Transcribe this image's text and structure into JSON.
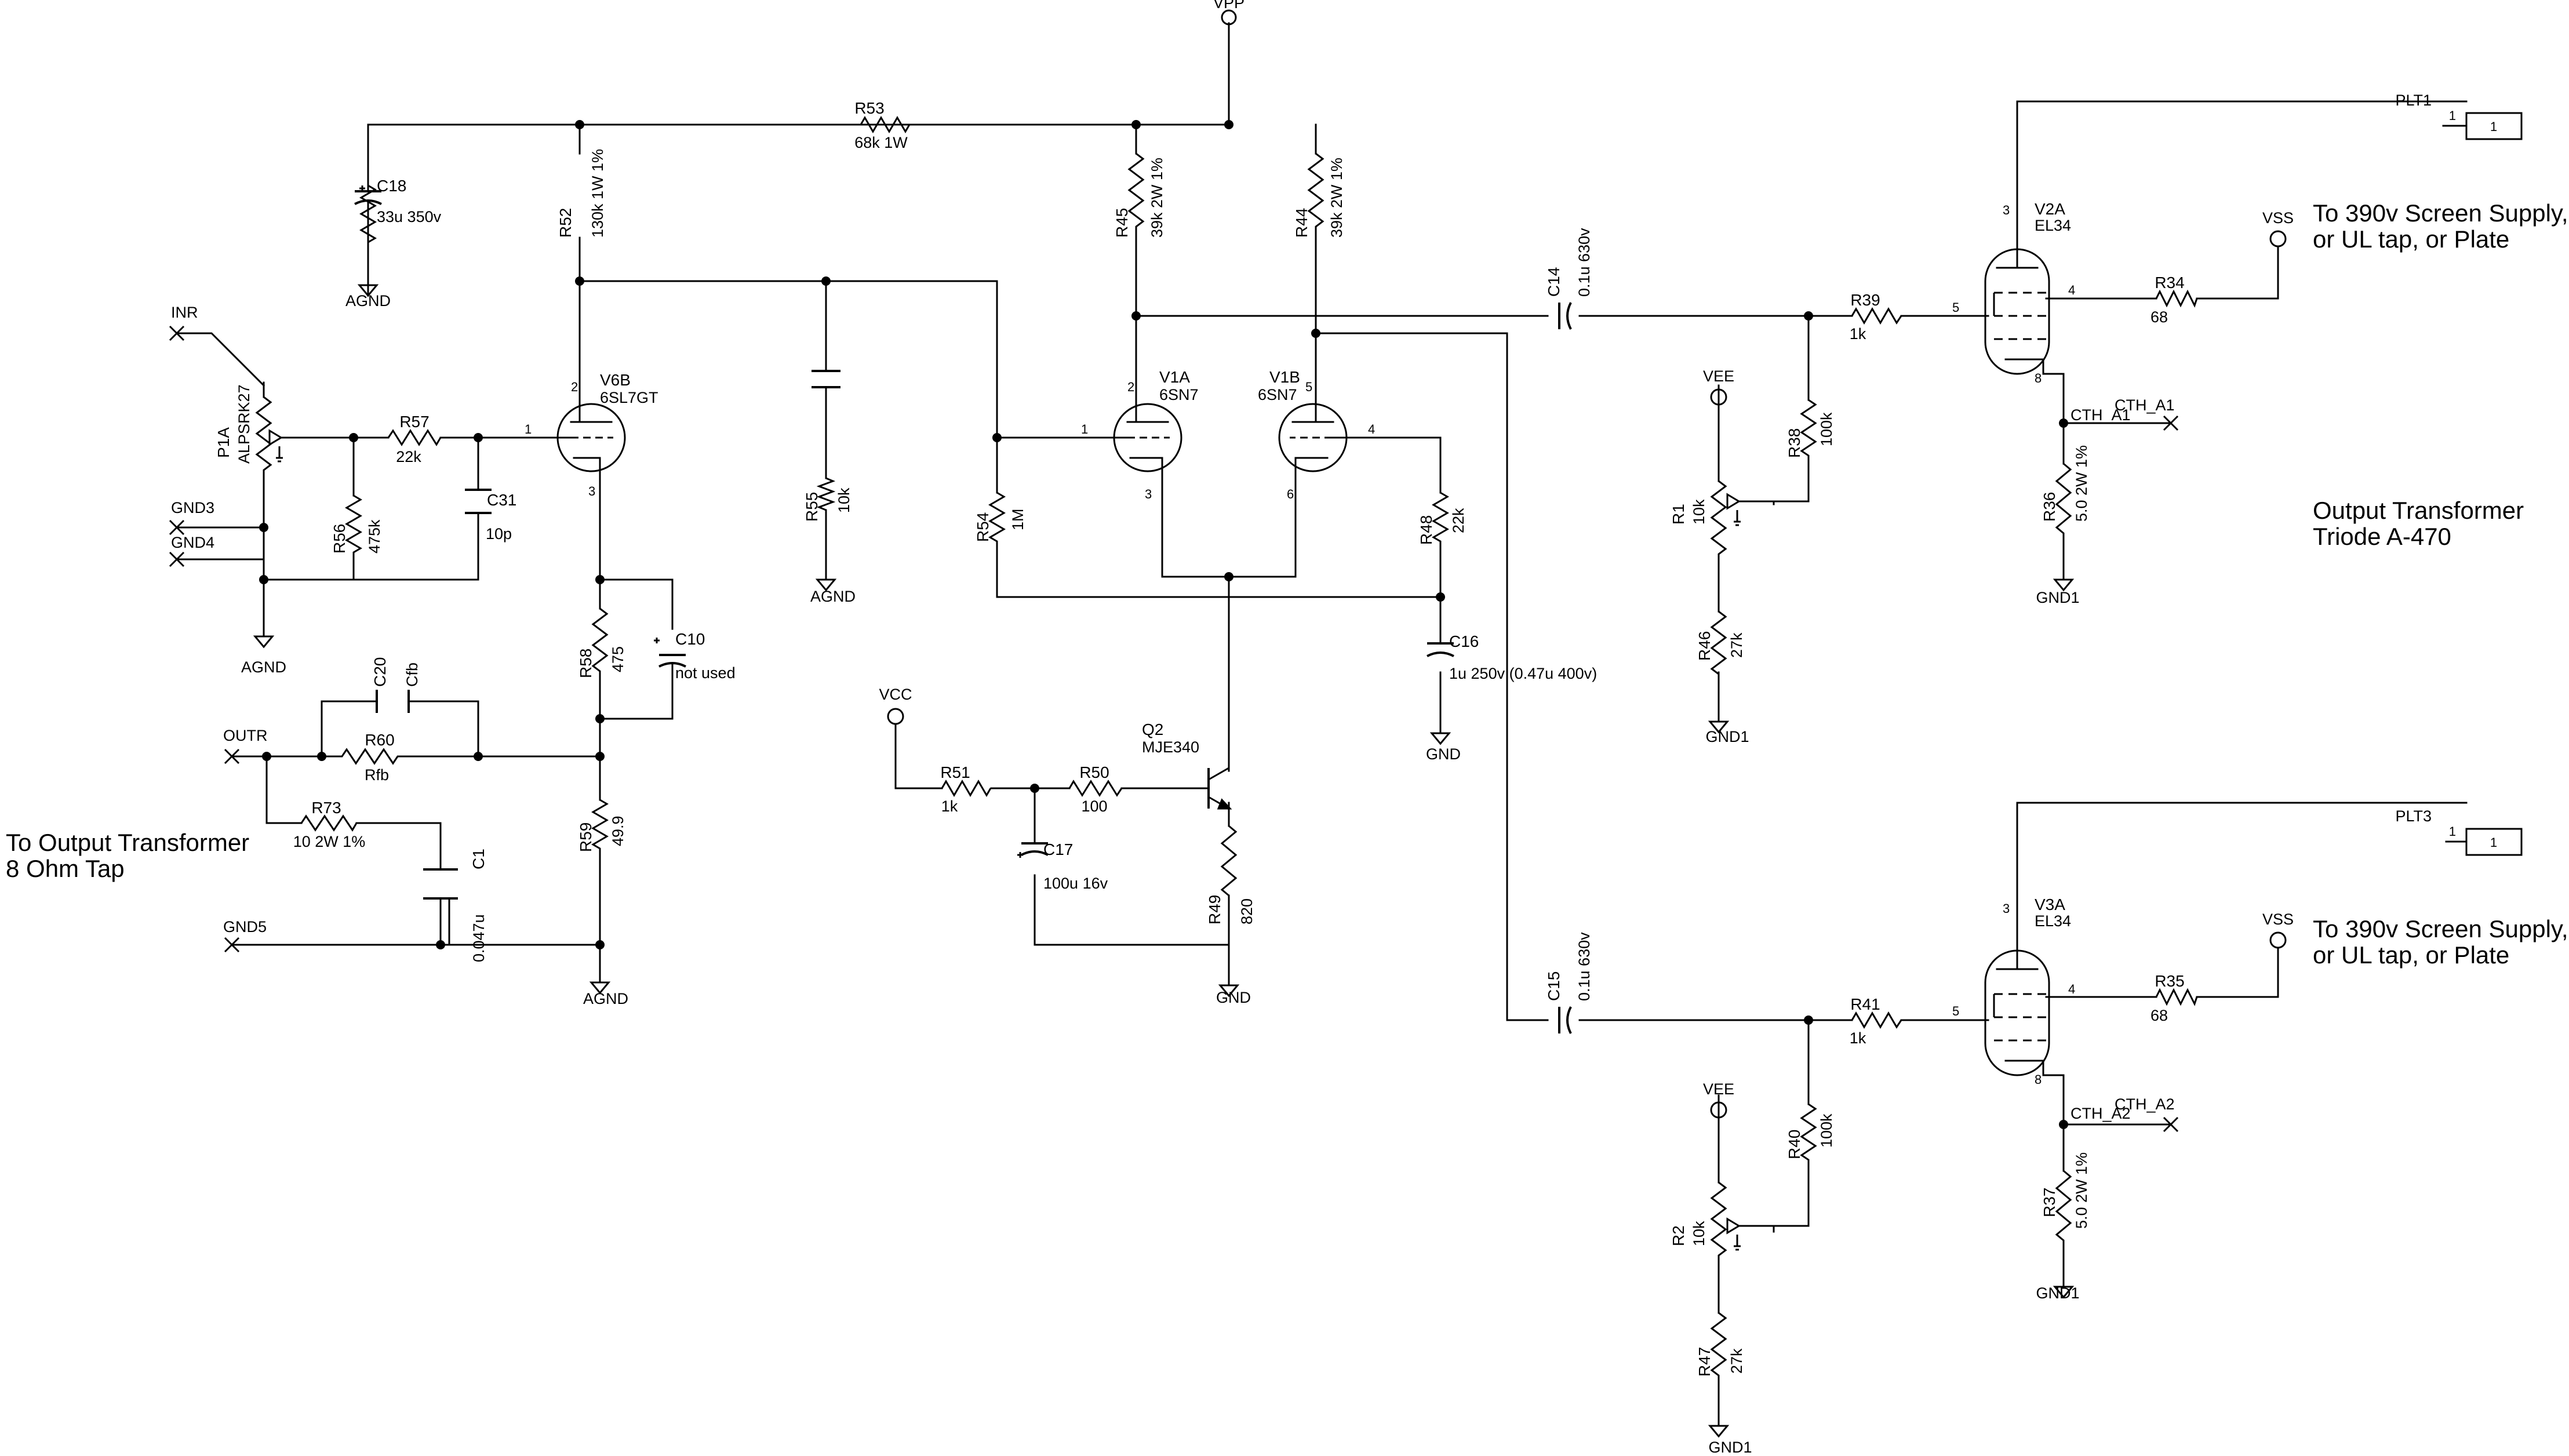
{
  "notes": {
    "output_tap": [
      "To Output Transformer",
      "8 Ohm Tap"
    ],
    "screen_top": [
      "To 390v Screen Supply,",
      "or UL tap, or Plate"
    ],
    "screen_bottom": [
      "To 390v Screen Supply,",
      "or UL tap, or Plate"
    ],
    "transformer": [
      "Output Transformer",
      "Triode A-470"
    ]
  },
  "nets": {
    "vpp": "VPP",
    "vcc": "VCC",
    "vss_top": "VSS",
    "vss_bottom": "VSS",
    "vee_top": "VEE",
    "vee_bottom": "VEE",
    "agnd_c18": "AGND",
    "agnd_p1a": "AGND",
    "agnd_r55": "AGND",
    "agnd_r59": "AGND",
    "gnd_c16": "GND",
    "gnd_r49": "GND",
    "gnd1_v2a": "GND1",
    "gnd1_r46": "GND1",
    "gnd1_v3a": "GND1",
    "gnd1_r47": "GND1",
    "inr": "INR",
    "gnd3": "GND3",
    "gnd4": "GND4",
    "outr": "OUTR",
    "gnd5": "GND5",
    "plt1": "PLT1",
    "plt3": "PLT3",
    "cth_a1": "CTH_A1",
    "cth_a2": "CTH_A2"
  },
  "connectors": {
    "plt1_pin": "1",
    "plt1_box": "1",
    "plt3_pin": "1",
    "plt3_box": "1"
  },
  "tubes": {
    "v6b": {
      "ref": "V6B",
      "type": "6SL7GT",
      "pins": [
        "2",
        "1",
        "3"
      ]
    },
    "v1a": {
      "ref": "V1A",
      "type": "6SN7",
      "pins": [
        "2",
        "1",
        "3"
      ]
    },
    "v1b": {
      "ref": "V1B",
      "type": "6SN7",
      "pins": [
        "5",
        "4",
        "6"
      ]
    },
    "v2a": {
      "ref": "V2A",
      "type": "EL34",
      "pins": [
        "3",
        "5",
        "4",
        "8"
      ]
    },
    "v3a": {
      "ref": "V3A",
      "type": "EL34",
      "pins": [
        "3",
        "5",
        "4",
        "8"
      ]
    }
  },
  "transistor": {
    "ref": "Q2",
    "type": "MJE340"
  },
  "pots": {
    "p1a": {
      "ref": "P1A",
      "value": "ALPSRK27"
    },
    "r1": {
      "ref": "R1",
      "value": "10k"
    },
    "r2": {
      "ref": "R2",
      "value": "10k"
    }
  },
  "resistors": {
    "r53": {
      "ref": "R53",
      "value": "68k 1W"
    },
    "r52": {
      "ref": "R52",
      "value": "130k 1W 1%"
    },
    "r45": {
      "ref": "R45",
      "value": "39k 2W 1%"
    },
    "r44": {
      "ref": "R44",
      "value": "39k 2W 1%"
    },
    "r57": {
      "ref": "R57",
      "value": "22k"
    },
    "r56": {
      "ref": "R56",
      "value": "475k"
    },
    "r55": {
      "ref": "R55",
      "value": "10k"
    },
    "r54": {
      "ref": "R54",
      "value": "1M"
    },
    "r48": {
      "ref": "R48",
      "value": "22k"
    },
    "r58": {
      "ref": "R58",
      "value": "475"
    },
    "r60": {
      "ref": "R60",
      "value": "Rfb"
    },
    "r73": {
      "ref": "R73",
      "value": "10 2W 1%"
    },
    "r59": {
      "ref": "R59",
      "value": "49.9"
    },
    "r51": {
      "ref": "R51",
      "value": "1k"
    },
    "r50": {
      "ref": "R50",
      "value": "100"
    },
    "r49": {
      "ref": "R49",
      "value": "820"
    },
    "r39": {
      "ref": "R39",
      "value": "1k"
    },
    "r38": {
      "ref": "R38",
      "value": "100k"
    },
    "r46": {
      "ref": "R46",
      "value": "27k"
    },
    "r34": {
      "ref": "R34",
      "value": "68"
    },
    "r36": {
      "ref": "R36",
      "value": "5.0 2W 1%"
    },
    "r41": {
      "ref": "R41",
      "value": "1k"
    },
    "r40": {
      "ref": "R40",
      "value": "100k"
    },
    "r47": {
      "ref": "R47",
      "value": "27k"
    },
    "r35": {
      "ref": "R35",
      "value": "68"
    },
    "r37": {
      "ref": "R37",
      "value": "5.0 2W 1%"
    }
  },
  "capacitors": {
    "c18": {
      "ref": "C18",
      "value": "33u 350v"
    },
    "c31": {
      "ref": "C31",
      "value": "10p"
    },
    "c10": {
      "ref": "C10",
      "value": "not used"
    },
    "c20": {
      "ref": "C20",
      "value": "Cfb"
    },
    "c1": {
      "ref": "C1",
      "value": "0.047u"
    },
    "c17": {
      "ref": "C17",
      "value": "100u 16v"
    },
    "c16": {
      "ref": "C16",
      "value": "1u 250v (0.47u 400v)"
    },
    "c14": {
      "ref": "C14",
      "value": "0.1u 630v"
    },
    "c15": {
      "ref": "C15",
      "value": "0.1u 630v"
    }
  },
  "colors": {
    "ink": "#000000",
    "paper": "#ffffff"
  }
}
